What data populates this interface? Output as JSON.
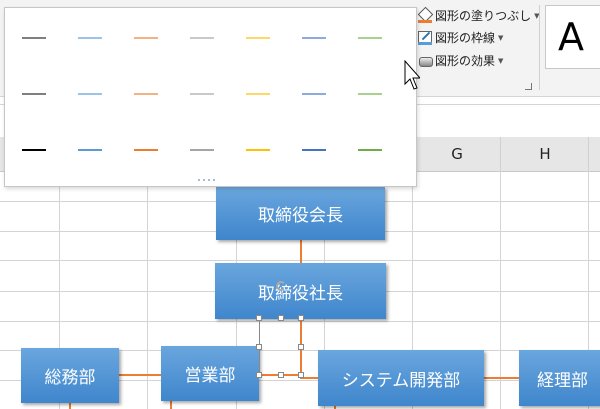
{
  "ribbon": {
    "shape_fill": "図形の塗りつぶし",
    "shape_outline": "図形の枠線",
    "shape_effects": "図形の効果",
    "style_preview": "A"
  },
  "columns": [
    "G",
    "H"
  ],
  "line_palette": {
    "rows": [
      [
        "#7f7f7f",
        "#9dc3e6",
        "#f4b183",
        "#c9c9c9",
        "#ffd966",
        "#8faadc",
        "#a9d18e"
      ],
      [
        "#7f7f7f",
        "#9dc3e6",
        "#f4b183",
        "#c9c9c9",
        "#ffd966",
        "#8faadc",
        "#a9d18e"
      ],
      [
        "#000000",
        "#5b9bd5",
        "#ed7d31",
        "#a5a5a5",
        "#ffc000",
        "#4472c4",
        "#70ad47"
      ]
    ]
  },
  "org_chart": {
    "chairman": "取締役会長",
    "president": "取締役社長",
    "general_affairs": "総務部",
    "sales": "営業部",
    "system_dev": "システム開発部",
    "accounting": "経理部"
  },
  "colors": {
    "connector": "#ed7d31",
    "box": "#5b9bd5"
  }
}
